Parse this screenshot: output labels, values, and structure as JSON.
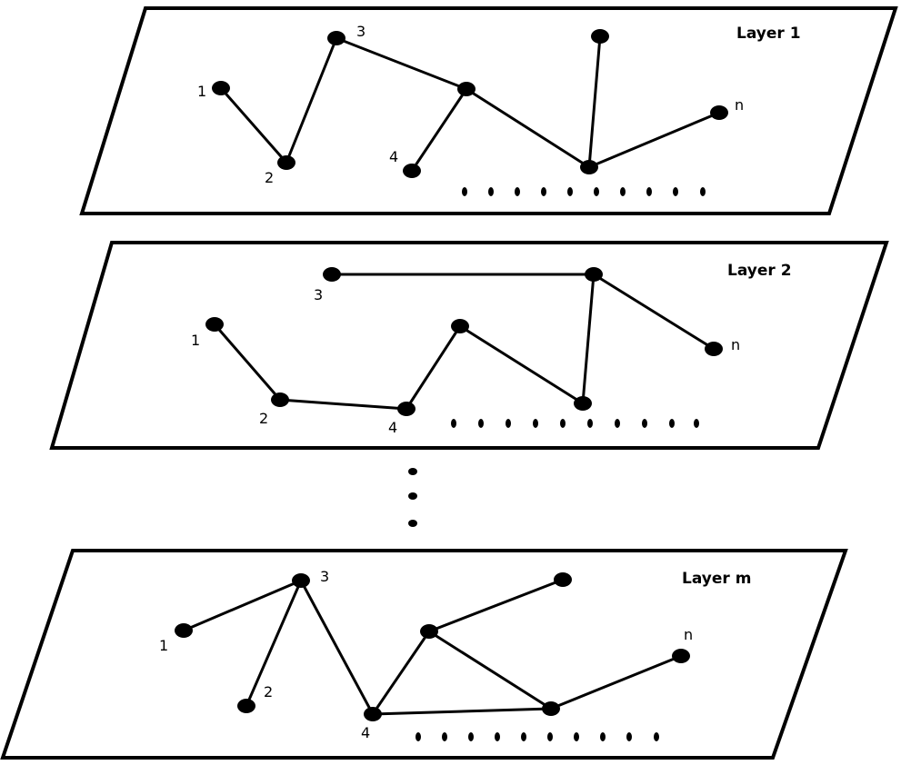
{
  "layers": [
    {
      "label": "Layer 1",
      "node_labels": [
        "1",
        "2",
        "3",
        "4",
        "n"
      ]
    },
    {
      "label": "Layer 2",
      "node_labels": [
        "1",
        "2",
        "3",
        "4",
        "n"
      ]
    },
    {
      "label": "Layer m",
      "node_labels": [
        "1",
        "2",
        "3",
        "4",
        "n"
      ]
    }
  ],
  "colors": {
    "stroke": "#000000",
    "background": "#ffffff"
  }
}
